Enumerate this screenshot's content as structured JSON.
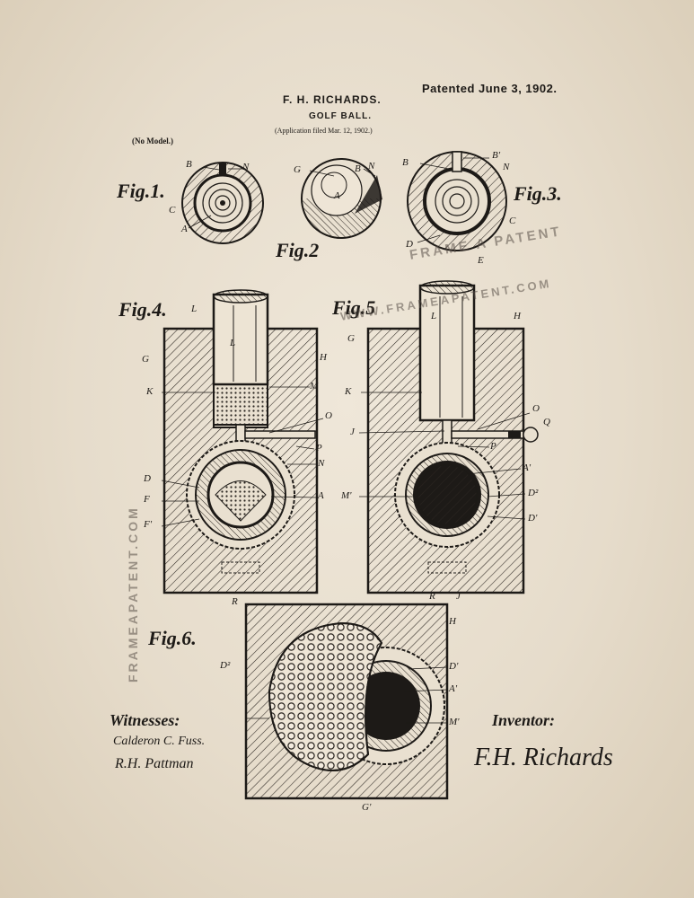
{
  "header": {
    "inventor": "F. H. RICHARDS.",
    "title": "GOLF BALL.",
    "application": "(Application filed Mar. 12, 1902.)",
    "patented": "Patented June 3, 1902.",
    "model": "(No Model.)"
  },
  "figures": {
    "fig1": "Fig.1.",
    "fig2": "Fig.2",
    "fig3": "Fig.3.",
    "fig4": "Fig.4.",
    "fig5": "Fig.5",
    "fig6": "Fig.6."
  },
  "labels": {
    "B": "B",
    "N": "N",
    "C": "C",
    "A": "A",
    "G": "G",
    "D": "D",
    "E": "E",
    "Bp": "B'",
    "L": "L",
    "H": "H",
    "K": "K",
    "M": "M",
    "O": "O",
    "P": "P",
    "F": "F",
    "Fp": "F'",
    "R": "R",
    "J": "J",
    "Q": "Q",
    "Ap": "A'",
    "Mp": "M'",
    "D2": "D²",
    "Dp": "D'",
    "Gp": "G'"
  },
  "footer": {
    "witnesses_heading": "Witnesses:",
    "witness1": "Calderon C. Fuss.",
    "witness2": "R.H. Pattman",
    "inventor_heading": "Inventor:",
    "inventor_signature": "F.H. Richards"
  },
  "watermarks": {
    "line1": "FRAME A PATENT",
    "line2": "WWW.FRAMEAPATENT.COM",
    "vertical": "FRAMEAPATENT.COM"
  }
}
